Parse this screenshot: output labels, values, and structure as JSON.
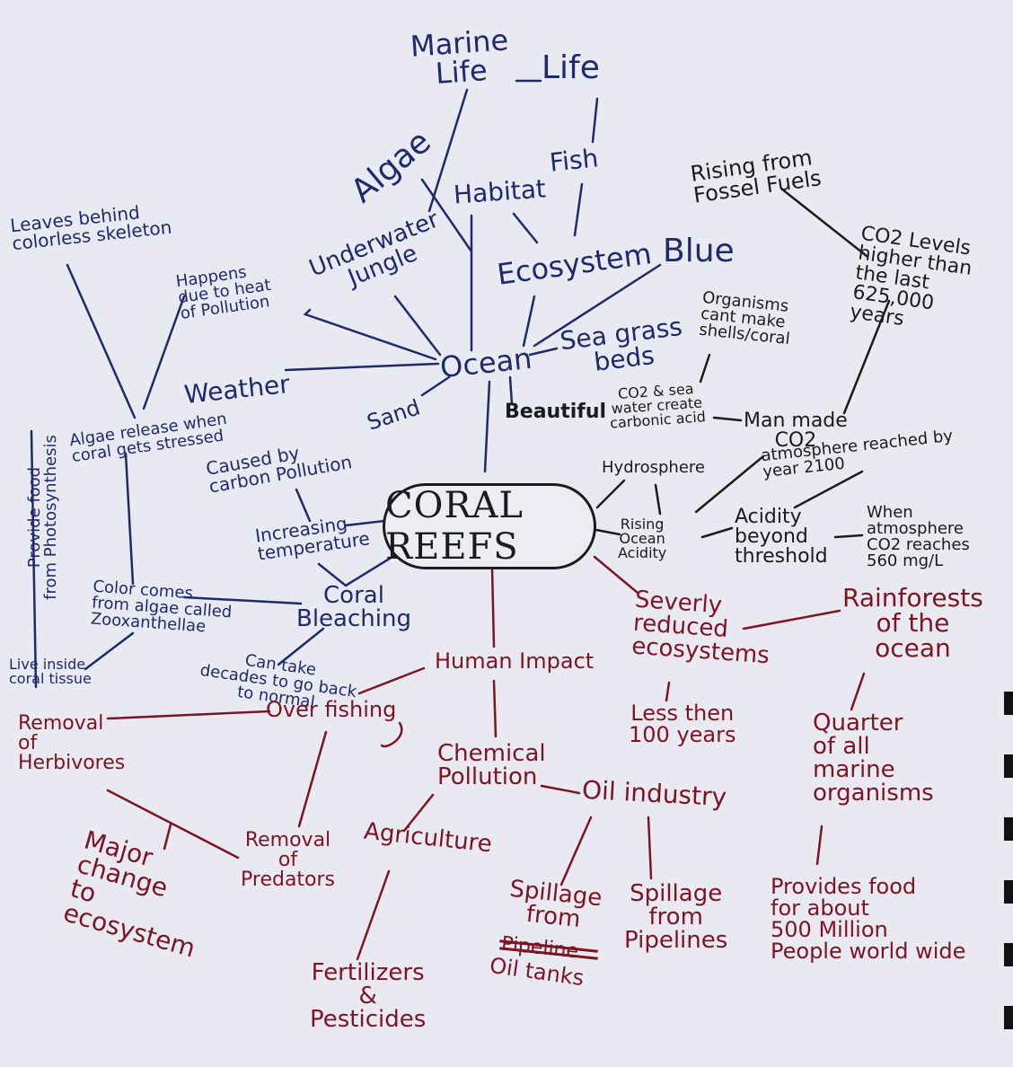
{
  "center": "CORAL REEFS",
  "labels": {
    "marine_life": "Marine\nLife",
    "life": "Life",
    "fish": "Fish",
    "algae": "Algae",
    "habitat": "Habitat",
    "ecosystem": "Ecosystem",
    "blue": "Blue",
    "underwater_jungle": "Underwater\nJungle",
    "ocean": "Ocean",
    "sea_grass_beds": "Sea grass\nbeds",
    "beautiful": "Beautiful",
    "weather": "Weather",
    "sand": "Sand",
    "happens_due_to": "Happens\ndue to heat\nof Pollution",
    "leaves_behind": "Leaves behind\ncolorless skeleton",
    "algae_release": "Algae release when\ncoral gets stressed",
    "caused_by": "Caused by\ncarbon Pollution",
    "increasing_temp": "Increasing\ntemperature",
    "provide_food": "Provide food\nfrom Photosynthesis",
    "color_comes": "Color comes\nfrom algae called\nZooxanthellae",
    "coral_bleaching": "Coral\nBleaching",
    "live_inside": "Live inside\ncoral tissue",
    "can_take": "Can take\ndecades to go back\nto normal",
    "rising_fossil": "Rising from\nFossel Fuels",
    "co2_levels": "CO2 Levels\nhigher than\nthe last\n625,000\nyears",
    "organisms_cant": "Organisms\ncant make\nshells/coral",
    "co2_sea": "CO2 & sea\nwater create\ncarbonic acid",
    "man_made": "Man made\nCO2",
    "atmosphere": "atmosphere reached by\nyear 2100",
    "hydrosphere": "Hydrosphere",
    "rising_acidity": "Rising\nOcean\nAcidity",
    "acidity_beyond": "Acidity\nbeyond\nthreshold",
    "when_atmosphere": "When\natmosphere\nCO2 reaches\n560 mg/L",
    "severely_reduced": "Severly\nreduced\necosystems",
    "rainforests": "Rainforests\nof the\nocean",
    "human_impact": "Human Impact",
    "overfishing": "Over fishing",
    "removal_herbivores": "Removal\nof\nHerbivores",
    "less_than": "Less then\n100 years",
    "quarter": "Quarter\nof all\nmarine\norganisms",
    "chemical_pollution": "Chemical\nPollution",
    "oil_industry": "Oil industry",
    "agriculture": "Agriculture",
    "removal_predators": "Removal\nof\nPredators",
    "major_change": "Major\nchange\nto\necosystem",
    "spillage_from": "Spillage\nfrom",
    "pipeline_struck": "Pipeline",
    "oil_tanks": "Oil tanks",
    "spillage_pipelines": "Spillage\nfrom\nPipelines",
    "provides_food": "Provides food\nfor about\n500 Million\nPeople world wide",
    "fertilizers": "Fertilizers\n&\nPesticides"
  },
  "colors": {
    "blue": "#1f2a6b",
    "black": "#1b1b1b",
    "red": "#7c1424",
    "paper": "#e9e9f1"
  }
}
